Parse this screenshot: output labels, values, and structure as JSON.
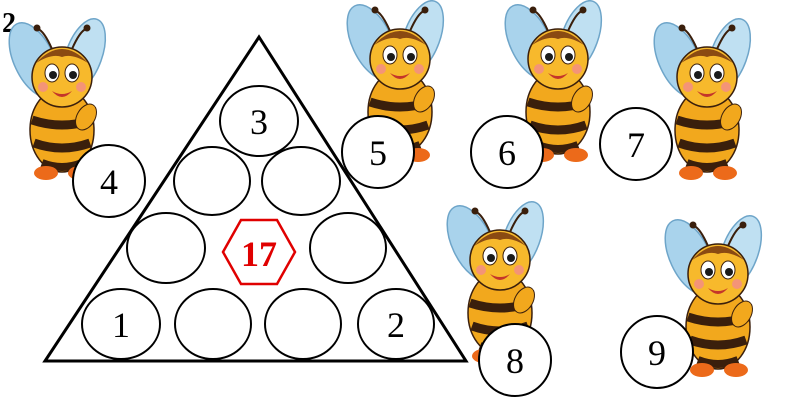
{
  "task_number": "2.",
  "triangle": {
    "top": "3",
    "row2": [
      "",
      ""
    ],
    "row3": [
      "",
      "",
      ""
    ],
    "center": "17",
    "row4": [
      "1",
      "",
      "",
      "2"
    ]
  },
  "bees": [
    {
      "number": "4"
    },
    {
      "number": "5"
    },
    {
      "number": "6"
    },
    {
      "number": "7"
    },
    {
      "number": "8"
    },
    {
      "number": "9"
    }
  ],
  "colors": {
    "center_accent": "#e00000",
    "bee_body": "#f2a81d",
    "bee_stripe": "#3a1f0c",
    "bee_wing": "#a9d3ec",
    "bee_leg": "#ec6a1a"
  }
}
